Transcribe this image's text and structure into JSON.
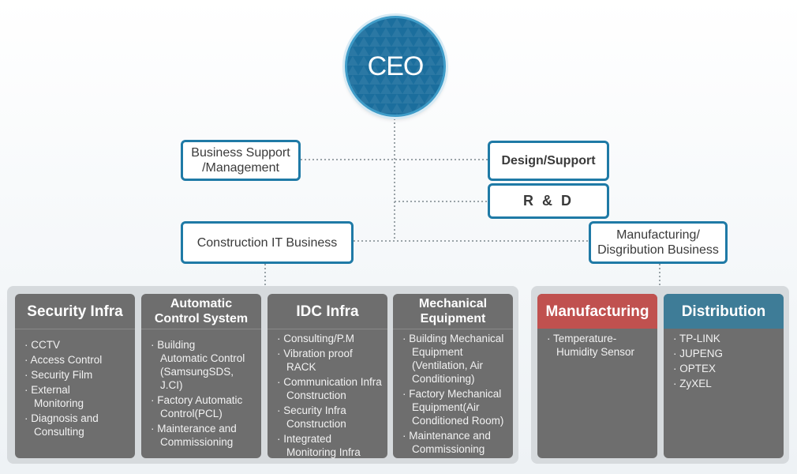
{
  "ceo": "CEO",
  "departments": {
    "business_support": "Business Support\n/Management",
    "design_support": "Design/Support",
    "rnd": "R & D",
    "construction_it": "Construction IT Business",
    "manufacturing_distribution": "Manufacturing/\nDisgribution Business"
  },
  "columns": [
    {
      "title": "Security Infra",
      "items": [
        "CCTV",
        "Access Control",
        "Security Film",
        "External\nMonitoring",
        "Diagnosis and\nConsulting"
      ]
    },
    {
      "title": "Automatic\nControl System",
      "items": [
        "Building\nAutomatic Control\n(SamsungSDS, J.CI)",
        "Factory Automatic\nControl(PCL)",
        "Mainterance and\nCommissioning"
      ]
    },
    {
      "title": "IDC Infra",
      "items": [
        "Consulting/P.M",
        "Vibration proof RACK",
        "Communication Infra\nConstruction",
        "Security Infra\nConstruction",
        "Integrated\nMonitoring Infra\nCommissioning"
      ]
    },
    {
      "title": "Mechanical\nEquipment",
      "items": [
        "Building Mechanical\nEquipment\n(Ventilation, Air\nConditioning)",
        "Factory Mechanical\nEquipment(Air\nConditioned Room)",
        "Maintenance and\nCommissioning"
      ]
    },
    {
      "title": "Manufacturing",
      "items": [
        "Temperature-\nHumidity Sensor"
      ]
    },
    {
      "title": "Distribution",
      "items": [
        "TP-LINK",
        "JUPENG",
        "OPTEX",
        "ZyXEL"
      ]
    }
  ],
  "colors": {
    "accent": "#1f7aa6",
    "ceo_fill": "#1b6e9d",
    "column_gray": "#6e6e6e",
    "manufacturing_red": "#c0514f",
    "distribution_teal": "#3e7c97"
  }
}
